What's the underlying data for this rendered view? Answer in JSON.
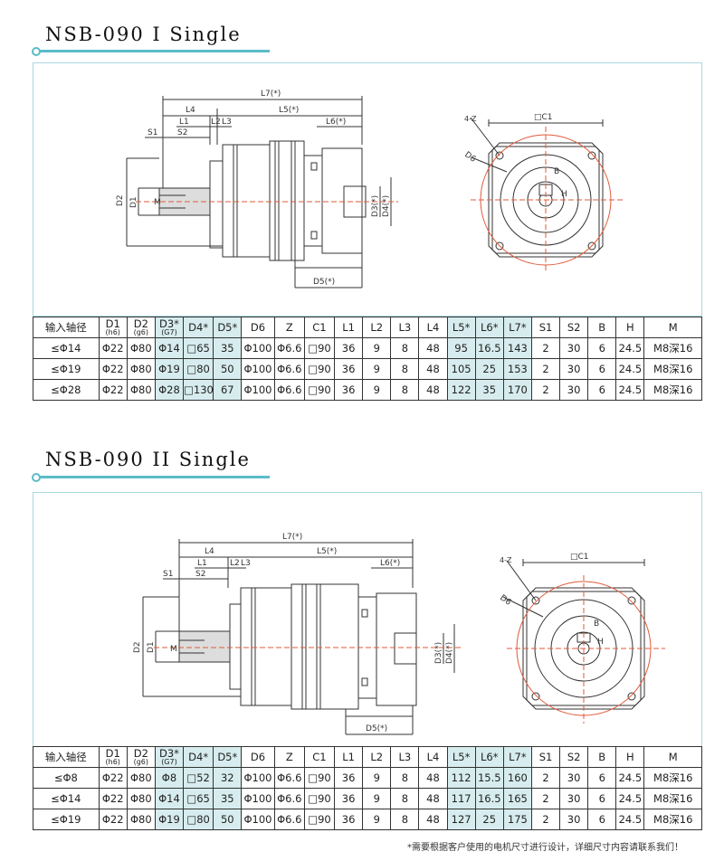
{
  "section1": {
    "title": "NSB-090 I Single",
    "dims": {
      "L7": "L7(*)",
      "L4": "L4",
      "L5": "L5(*)",
      "L1": "L1",
      "L2": "L2",
      "L3": "L3",
      "L6": "L6(*)",
      "S1": "S1",
      "S2": "S2",
      "D1": "D1",
      "D2": "D2",
      "M": "M",
      "D3": "D3(*)",
      "D4": "D4(*)",
      "D5": "D5(*)",
      "Z": "4-Z",
      "C1": "□C1",
      "D6": "D6",
      "B": "B",
      "H": "H"
    },
    "headers": [
      "输入轴径",
      "D1",
      "(h6)",
      "D2",
      "(g6)",
      "D3*",
      "(G7)",
      "D4*",
      "D5*",
      "D6",
      "Z",
      "C1",
      "L1",
      "L2",
      "L3",
      "L4",
      "L5*",
      "L6*",
      "L7*",
      "S1",
      "S2",
      "B",
      "H",
      "M"
    ],
    "rows": [
      [
        "≤Φ14",
        "Φ22",
        "Φ80",
        "Φ14",
        "□65",
        "35",
        "Φ100",
        "Φ6.6",
        "□90",
        "36",
        "9",
        "8",
        "48",
        "95",
        "16.5",
        "143",
        "2",
        "30",
        "6",
        "24.5",
        "M8深16"
      ],
      [
        "≤Φ19",
        "Φ22",
        "Φ80",
        "Φ19",
        "□80",
        "50",
        "Φ100",
        "Φ6.6",
        "□90",
        "36",
        "9",
        "8",
        "48",
        "105",
        "25",
        "153",
        "2",
        "30",
        "6",
        "24.5",
        "M8深16"
      ],
      [
        "≤Φ28",
        "Φ22",
        "Φ80",
        "Φ28",
        "□130",
        "67",
        "Φ100",
        "Φ6.6",
        "□90",
        "36",
        "9",
        "8",
        "48",
        "122",
        "35",
        "170",
        "2",
        "30",
        "6",
        "24.5",
        "M8深16"
      ]
    ]
  },
  "section2": {
    "title": "NSB-090 II Single",
    "dims": {
      "L7": "L7(*)",
      "L4": "L4",
      "L5": "L5(*)",
      "L1": "L1",
      "L2": "L2",
      "L3": "L3",
      "L6": "L6(*)",
      "S1": "S1",
      "S2": "S2",
      "D1": "D1",
      "D2": "D2",
      "M": "M",
      "D3": "D3(*)",
      "D4": "D4(*)",
      "D5": "D5(*)",
      "Z": "4-Z",
      "C1": "□C1",
      "D6": "D6",
      "B": "B",
      "H": "H"
    },
    "headers": [
      "输入轴径",
      "D1",
      "(h6)",
      "D2",
      "(g6)",
      "D3*",
      "(G7)",
      "D4*",
      "D5*",
      "D6",
      "Z",
      "C1",
      "L1",
      "L2",
      "L3",
      "L4",
      "L5*",
      "L6*",
      "L7*",
      "S1",
      "S2",
      "B",
      "H",
      "M"
    ],
    "rows": [
      [
        "≤Φ8",
        "Φ22",
        "Φ80",
        "Φ8",
        "□52",
        "32",
        "Φ100",
        "Φ6.6",
        "□90",
        "36",
        "9",
        "8",
        "48",
        "112",
        "15.5",
        "160",
        "2",
        "30",
        "6",
        "24.5",
        "M8深16"
      ],
      [
        "≤Φ14",
        "Φ22",
        "Φ80",
        "Φ14",
        "□65",
        "35",
        "Φ100",
        "Φ6.6",
        "□90",
        "36",
        "9",
        "8",
        "48",
        "117",
        "16.5",
        "165",
        "2",
        "30",
        "6",
        "24.5",
        "M8深16"
      ],
      [
        "≤Φ19",
        "Φ22",
        "Φ80",
        "Φ19",
        "□80",
        "50",
        "Φ100",
        "Φ6.6",
        "□90",
        "36",
        "9",
        "8",
        "48",
        "127",
        "25",
        "175",
        "2",
        "30",
        "6",
        "24.5",
        "M8深16"
      ]
    ]
  },
  "footnote": "*需要根据客户使用的电机尺寸进行设计，详细尺寸内容请联系我们！",
  "colors": {
    "accent": "#5bbcc8",
    "highlight": "#d7ecee",
    "circle": "#e05a3a"
  }
}
